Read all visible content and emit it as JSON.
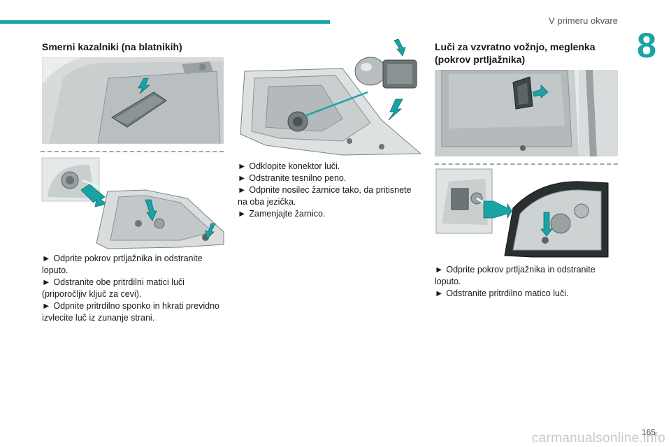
{
  "header": {
    "title": "V primeru okvare",
    "chapter": "8"
  },
  "col1": {
    "heading": "Smerni kazalniki (na blatnikih)",
    "steps": [
      "Odprite pokrov prtljažnika in odstranite loputo.",
      "Odstranite obe pritrdilni matici luči (priporočljiv ključ za cevi).",
      "Odpnite pritrdilno sponko in hkrati previdno izvlecite luč iz zunanje strani."
    ]
  },
  "col2": {
    "steps": [
      "Odklopite konektor luči.",
      "Odstranite tesnilno peno.",
      "Odpnite nosilec žarnice tako, da pritisnete na oba jezička.",
      "Zamenjajte žarnico."
    ]
  },
  "col3": {
    "heading_line1": "Luči za vzvratno vožnjo, meglenka",
    "heading_line2": "(pokrov prtljažnika)",
    "steps": [
      "Odprite pokrov prtljažnika in odstranite loputo.",
      "Odstranite pritrdilno matico luči."
    ]
  },
  "bullet_glyph": "►",
  "footer": {
    "page_number": "165",
    "watermark": "carmanualsonline.info"
  },
  "colors": {
    "accent": "#1aa3a5"
  }
}
